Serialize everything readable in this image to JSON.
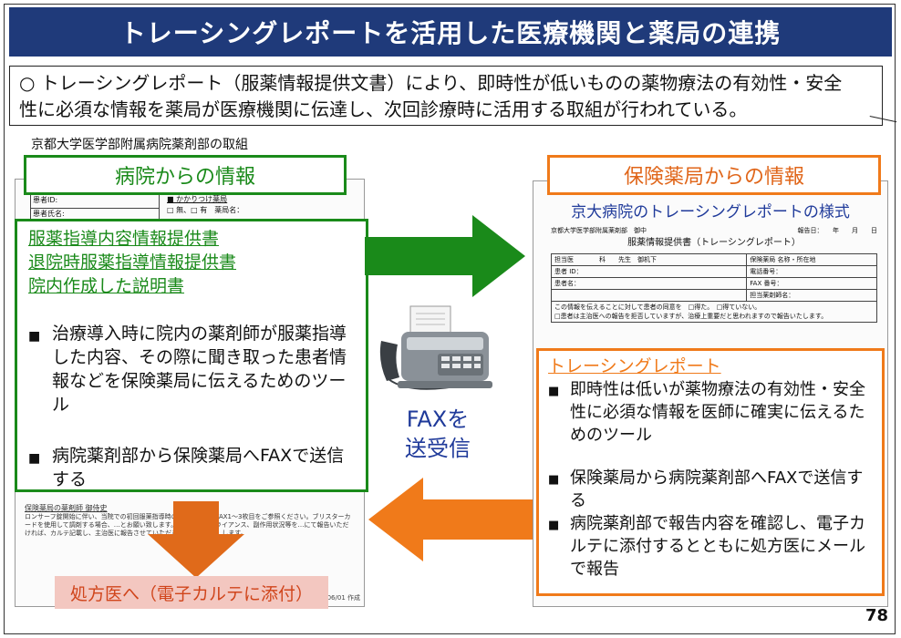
{
  "title": "トレーシングレポートを活用した医療機関と薬局の連携",
  "summary": {
    "line1": "○ トレーシングレポート（服薬情報提供文書）により、即時性が低いものの薬物療法の有効性・安全",
    "line2": "性に必須な情報を薬局が医療機関に伝達し、次回診療時に活用する取組が行われている。"
  },
  "subheading": "京都大学医学部附属病院薬剤部の取組",
  "hospital": {
    "label": "病院からの情報",
    "form": {
      "patient_id": "患者ID:",
      "patient_name": "患者氏名:",
      "pharmacy_heading": "■ かかりつけ薬局",
      "pharmacy_options": "□ 無、□ 有　薬局名："
    },
    "links": [
      "服薬指導内容情報提供書",
      "退院時服薬指導情報提供書",
      "院内作成した説明書"
    ],
    "bullets": [
      "治療導入時に院内の薬剤師が服薬指導した内容、その際に聞き取った患者情報などを保険薬局に伝えるためのツール",
      "病院薬剤部から保険薬局へFAXで送信する"
    ],
    "note_heading": "保険薬局の薬剤師 御侍史",
    "note_text": "ロンサーフ錠開始に伴い、当院での初回服薬指導時の…指導内容はFAX1～3枚目をご参照ください。ブリスターカードを使用して調剤する場合、…とお願い致します。また、コンプライアンス、副作用状況等を…にて報告いただければ、カルテ記載し、主治医に報告させていただきます。ご協力…します。",
    "date": "14/06/01 作成"
  },
  "prescriber": "処方医へ（電子カルテに添付）",
  "fax": {
    "line1": "FAXを",
    "line2": "送受信"
  },
  "pharmacy": {
    "label": "保険薬局からの情報",
    "form_title": "京大病院のトレーシングレポートの様式",
    "mini": {
      "addressee": "京都大学医学部附属薬剤部　御中",
      "date": "報告日：　　年　　月　　日",
      "doc_title": "服薬情報提供書（トレーシングレポート）",
      "doctor": "担当医　　　　科　　先生　御机下",
      "pharmacy": "保険薬局 名称・所在地",
      "patient_id": "患者 ID：",
      "patient_name": "患者名：",
      "tel": "電話番号：",
      "fax": "FAX 番号：",
      "pharmacist": "担当薬剤師名：",
      "consent": "この情報を伝えることに対して患者の同意を　□得た。　□得ていない。",
      "consent2": "□患者は主治医への報告を拒否していますが、治療上重要だと思われますので報告いたします。"
    },
    "box_head": "トレーシングレポート",
    "bullets": [
      "即時性は低いが薬物療法の有効性・安全性に必須な情報を医師に確実に伝えるためのツール",
      "保険薬局から病院薬剤部へFAXで送信する",
      "病院薬剤部で報告内容を確認し、電子カルテに添付するとともに処方医にメールで報告"
    ]
  },
  "page_number": "78",
  "colors": {
    "title_bg": "#1f3a7a",
    "green": "#1a8a1a",
    "orange": "#f07a1a",
    "blue_text": "#1f3a9a",
    "prescriber_bg": "#f3c7c0"
  },
  "icons": [
    "fax-machine-icon",
    "right-arrow-icon",
    "left-arrow-icon",
    "down-arrow-icon"
  ]
}
